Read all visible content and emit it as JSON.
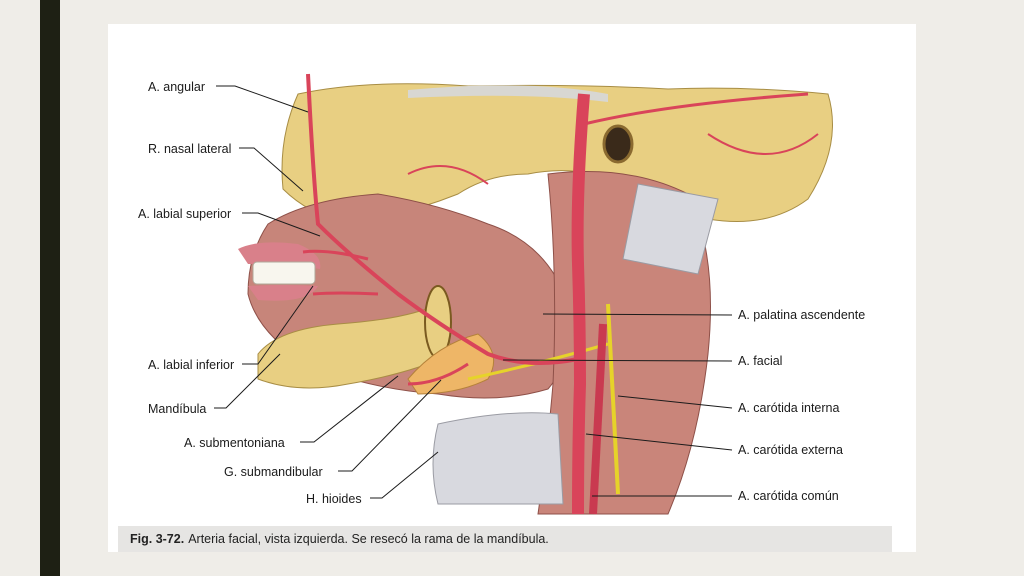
{
  "colors": {
    "artery": "#d9445a",
    "bone": "#e8cf82",
    "muscle": "#c7857a",
    "nerve": "#e6d32a",
    "gland": "#eeb667",
    "ligament": "#d8d9df"
  },
  "icons": [
    "anatomical-illustration"
  ],
  "labels_left": [
    {
      "text": "A. angular"
    },
    {
      "text": "R. nasal lateral"
    },
    {
      "text": "A. labial superior"
    },
    {
      "text": "A. labial inferior"
    },
    {
      "text": "Mandíbula"
    },
    {
      "text": "A. submentoniana"
    },
    {
      "text": "G. submandibular"
    },
    {
      "text": "H. hioides"
    }
  ],
  "labels_right": [
    {
      "text": "A. palatina ascendente"
    },
    {
      "text": "A. facial"
    },
    {
      "text": "A. carótida interna"
    },
    {
      "text": "A. carótida externa"
    },
    {
      "text": "A. carótida común"
    }
  ],
  "caption": {
    "fig_number": "Fig. 3-72.",
    "text": "Arteria facial, vista izquierda. Se resecó la rama de la mandíbula."
  }
}
